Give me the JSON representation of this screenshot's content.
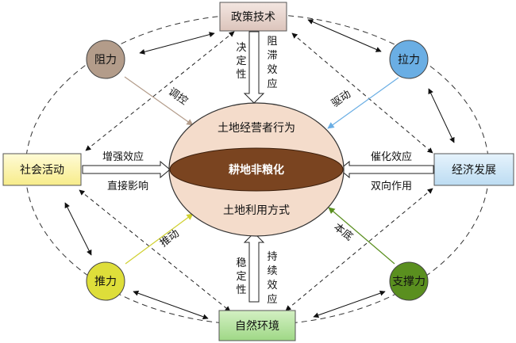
{
  "nodes": {
    "policy": "政策技术",
    "social": "社会活动",
    "economy": "经济发展",
    "nature": "自然环境"
  },
  "forces": {
    "resistance": "阻力",
    "pull": "拉力",
    "push": "推力",
    "support": "支撑力"
  },
  "center": {
    "top": "土地经营者行为",
    "core": "耕地非粮化",
    "bottom": "土地利用方式"
  },
  "arrow_labels": {
    "decide": "决定性",
    "block": "阻滞效应",
    "regulate": "调控",
    "drive": "驱动",
    "enhance": "增强效应",
    "direct": "直接影响",
    "catalyze": "催化效应",
    "bidirectional": "双向作用",
    "promote": "推动",
    "essence": "本底",
    "stability": "稳定性",
    "sustain": "持续效应"
  },
  "colors": {
    "policy_fill": "#e8d6cf",
    "social_fill": "#fbf4b8",
    "economy_fill": "#cfe6f6",
    "nature_fill": "#b8e3a6",
    "resistance_fill": "#b39c8a",
    "pull_fill": "#6aaee4",
    "push_fill": "#dede3a",
    "support_fill": "#5a8f1f",
    "sphere_fill": "#f4dccb",
    "core_fill": "#7a4420",
    "resistance_arrow": "#b39c8a",
    "pull_arrow": "#6aaee4",
    "push_arrow": "#dede3a",
    "support_arrow": "#5a8f1f"
  }
}
